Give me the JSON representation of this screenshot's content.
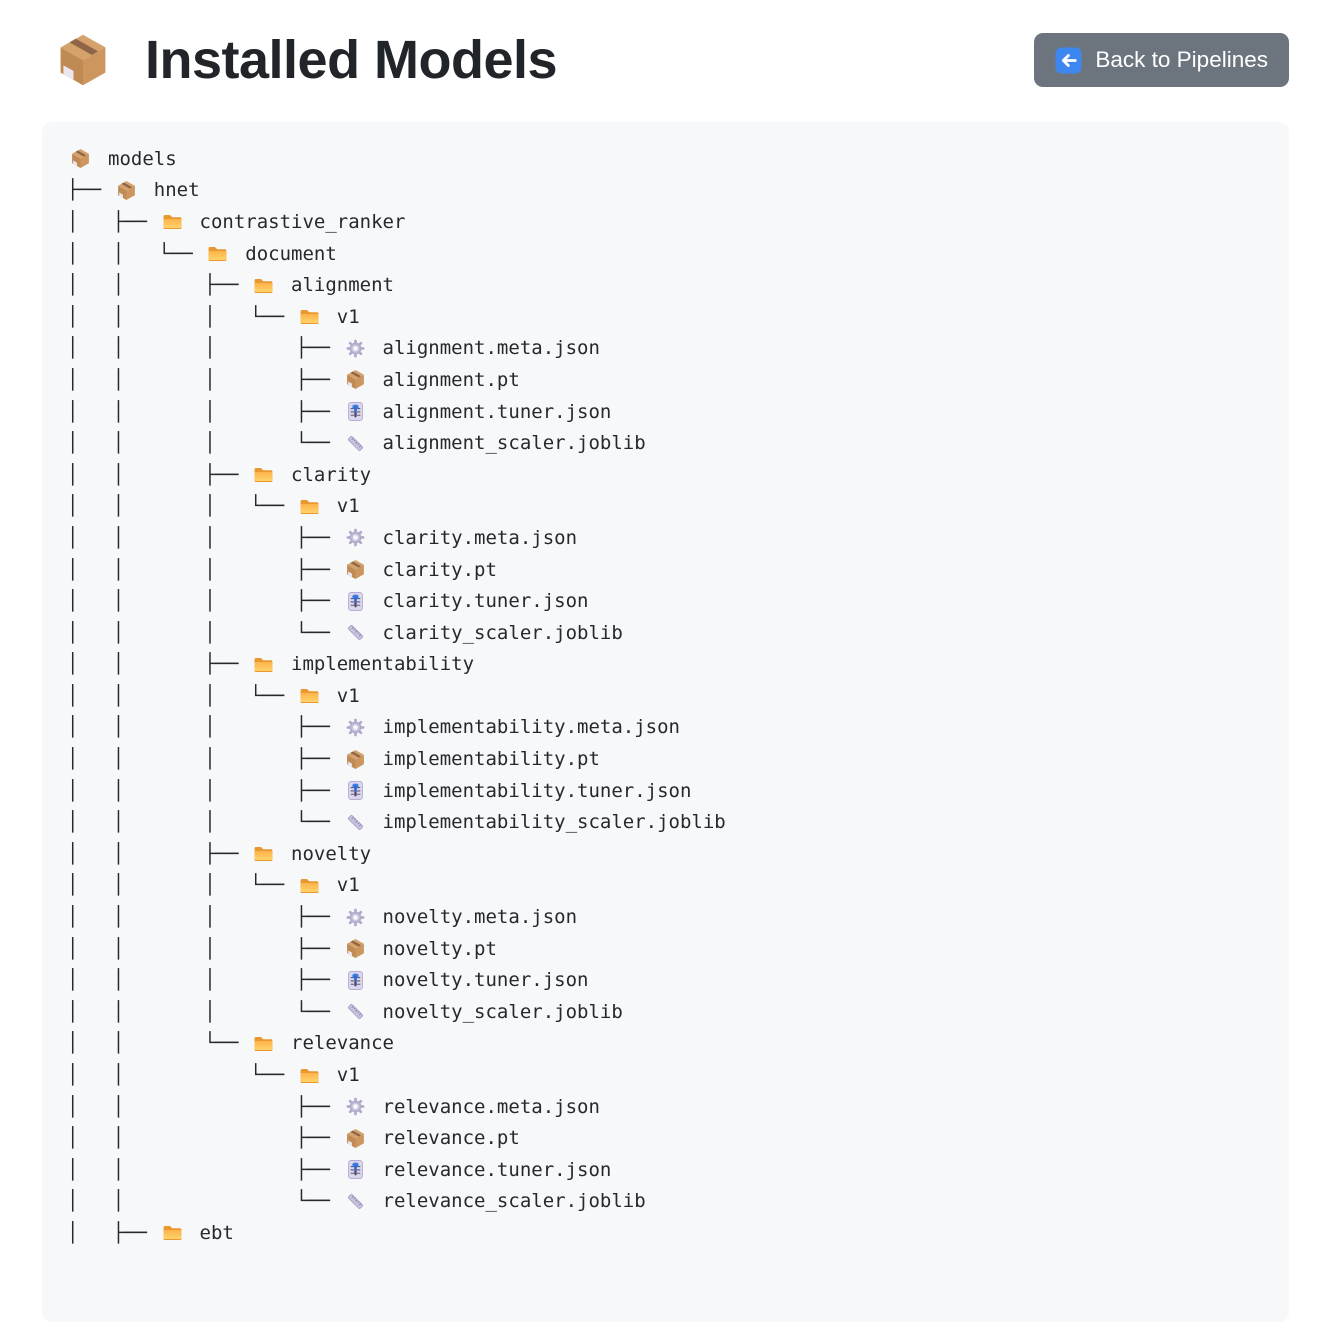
{
  "header": {
    "title": "Installed Models",
    "title_icon": "package-icon",
    "back_button": {
      "label": "Back to Pipelines",
      "icon": "back-arrow-icon"
    }
  },
  "colors": {
    "page_bg": "#ffffff",
    "panel_bg": "#f7f8fa",
    "button_bg": "#6c757d",
    "button_text": "#ffffff",
    "tree_text": "#24292e",
    "folder": "#fdb64a",
    "package": "#c99a66",
    "accent_blue": "#3e87f0"
  },
  "tree": {
    "rows": [
      {
        "prefix": "",
        "icon": "package",
        "name": "models"
      },
      {
        "prefix": "├── ",
        "icon": "package",
        "name": "hnet"
      },
      {
        "prefix": "│   ├── ",
        "icon": "folder",
        "name": "contrastive_ranker"
      },
      {
        "prefix": "│   │   └── ",
        "icon": "folder",
        "name": "document"
      },
      {
        "prefix": "│   │       ├── ",
        "icon": "folder",
        "name": "alignment"
      },
      {
        "prefix": "│   │       │   └── ",
        "icon": "folder",
        "name": "v1"
      },
      {
        "prefix": "│   │       │       ├── ",
        "icon": "gear",
        "name": "alignment.meta.json"
      },
      {
        "prefix": "│   │       │       ├── ",
        "icon": "package",
        "name": "alignment.pt"
      },
      {
        "prefix": "│   │       │       ├── ",
        "icon": "slider",
        "name": "alignment.tuner.json"
      },
      {
        "prefix": "│   │       │       └── ",
        "icon": "ruler",
        "name": "alignment_scaler.joblib"
      },
      {
        "prefix": "│   │       ├── ",
        "icon": "folder",
        "name": "clarity"
      },
      {
        "prefix": "│   │       │   └── ",
        "icon": "folder",
        "name": "v1"
      },
      {
        "prefix": "│   │       │       ├── ",
        "icon": "gear",
        "name": "clarity.meta.json"
      },
      {
        "prefix": "│   │       │       ├── ",
        "icon": "package",
        "name": "clarity.pt"
      },
      {
        "prefix": "│   │       │       ├── ",
        "icon": "slider",
        "name": "clarity.tuner.json"
      },
      {
        "prefix": "│   │       │       └── ",
        "icon": "ruler",
        "name": "clarity_scaler.joblib"
      },
      {
        "prefix": "│   │       ├── ",
        "icon": "folder",
        "name": "implementability"
      },
      {
        "prefix": "│   │       │   └── ",
        "icon": "folder",
        "name": "v1"
      },
      {
        "prefix": "│   │       │       ├── ",
        "icon": "gear",
        "name": "implementability.meta.json"
      },
      {
        "prefix": "│   │       │       ├── ",
        "icon": "package",
        "name": "implementability.pt"
      },
      {
        "prefix": "│   │       │       ├── ",
        "icon": "slider",
        "name": "implementability.tuner.json"
      },
      {
        "prefix": "│   │       │       └── ",
        "icon": "ruler",
        "name": "implementability_scaler.joblib"
      },
      {
        "prefix": "│   │       ├── ",
        "icon": "folder",
        "name": "novelty"
      },
      {
        "prefix": "│   │       │   └── ",
        "icon": "folder",
        "name": "v1"
      },
      {
        "prefix": "│   │       │       ├── ",
        "icon": "gear",
        "name": "novelty.meta.json"
      },
      {
        "prefix": "│   │       │       ├── ",
        "icon": "package",
        "name": "novelty.pt"
      },
      {
        "prefix": "│   │       │       ├── ",
        "icon": "slider",
        "name": "novelty.tuner.json"
      },
      {
        "prefix": "│   │       │       └── ",
        "icon": "ruler",
        "name": "novelty_scaler.joblib"
      },
      {
        "prefix": "│   │       └── ",
        "icon": "folder",
        "name": "relevance"
      },
      {
        "prefix": "│   │           └── ",
        "icon": "folder",
        "name": "v1"
      },
      {
        "prefix": "│   │               ├── ",
        "icon": "gear",
        "name": "relevance.meta.json"
      },
      {
        "prefix": "│   │               ├── ",
        "icon": "package",
        "name": "relevance.pt"
      },
      {
        "prefix": "│   │               ├── ",
        "icon": "slider",
        "name": "relevance.tuner.json"
      },
      {
        "prefix": "│   │               └── ",
        "icon": "ruler",
        "name": "relevance_scaler.joblib"
      },
      {
        "prefix": "│   ├── ",
        "icon": "folder",
        "name": "ebt"
      }
    ]
  }
}
